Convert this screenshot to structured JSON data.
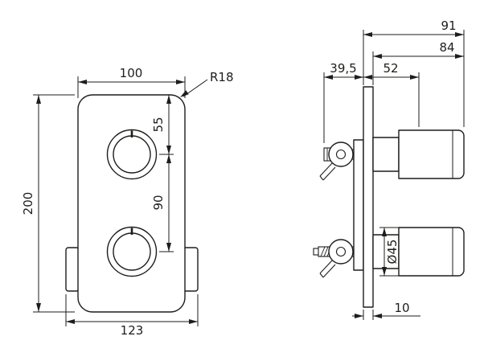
{
  "drawing": {
    "title": "thermostatic-mixer-dimension-drawing",
    "front": {
      "dim_width_top": "100",
      "dim_corner_radius": "R18",
      "dim_height": "200",
      "dim_knob_offset_top": "55",
      "dim_knob_spacing": "90",
      "dim_width_bottom": "123"
    },
    "side": {
      "dim_total_depth": "91",
      "dim_front_depth": "84",
      "dim_body_depth": "39,5",
      "dim_handle_depth": "52",
      "dim_handle_diameter": "Ø45",
      "dim_plate_thickness": "10"
    },
    "colors": {
      "line": "#1d1d1b",
      "background": "#ffffff"
    }
  }
}
